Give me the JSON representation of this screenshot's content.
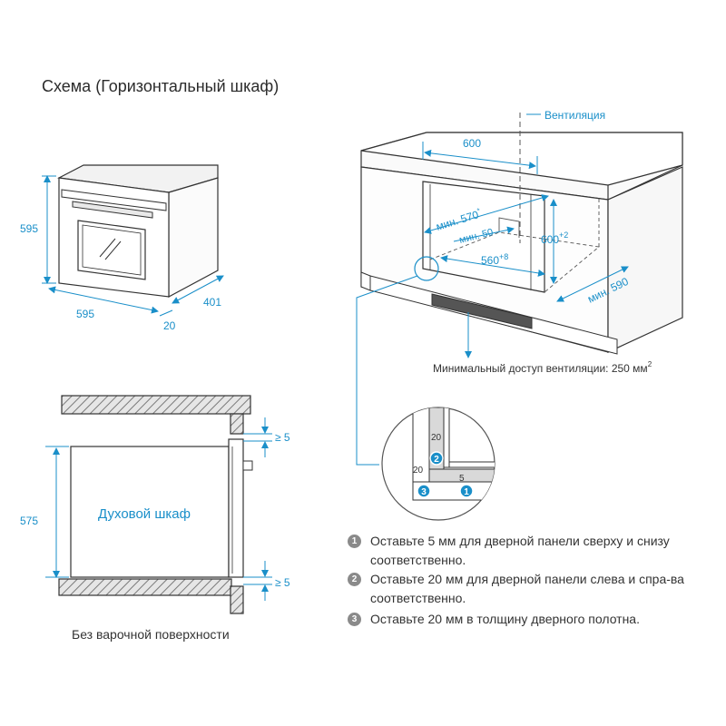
{
  "title": "Схема (Горизонтальный шкаф)",
  "oven_front": {
    "dim_height": "595",
    "dim_width": "595",
    "dim_depth": "401",
    "dim_door": "20"
  },
  "cabinet_3d": {
    "label_ventilation": "Вентиляция",
    "dim_width": "600",
    "dim_min_570": "мин. 570",
    "dim_min_570_mark": "*",
    "dim_min_50": "мин. 50",
    "dim_height": "600",
    "dim_height_sup": "+2",
    "dim_inner": "560",
    "dim_inner_sup": "+8",
    "dim_min_590": "мин. 590",
    "label_vent_access": "Минимальный доступ вентиляции: 250 мм",
    "label_vent_access_sup": "2"
  },
  "side_view": {
    "label_oven": "Духовой шкаф",
    "dim_height": "575",
    "gap_top": "≥  5",
    "gap_bottom": "≥  5",
    "caption": "Без варочной поверхности"
  },
  "detail": {
    "dim_20_top": "20",
    "dim_20_left": "20",
    "dim_5": "5",
    "marker_1": "1",
    "marker_2": "2",
    "marker_3": "3"
  },
  "notes": [
    {
      "num": "1",
      "text": "Оставьте 5 мм для дверной панели сверху и снизу соответственно."
    },
    {
      "num": "2",
      "text": "Оставьте 20 мм для дверной панели слева и спра-ва соответственно."
    },
    {
      "num": "3",
      "text": "Оставьте 20 мм в толщину дверного полотна."
    }
  ],
  "colors": {
    "accent": "#1a8fc9",
    "line": "#333333",
    "hatch": "#8c8c8c"
  }
}
